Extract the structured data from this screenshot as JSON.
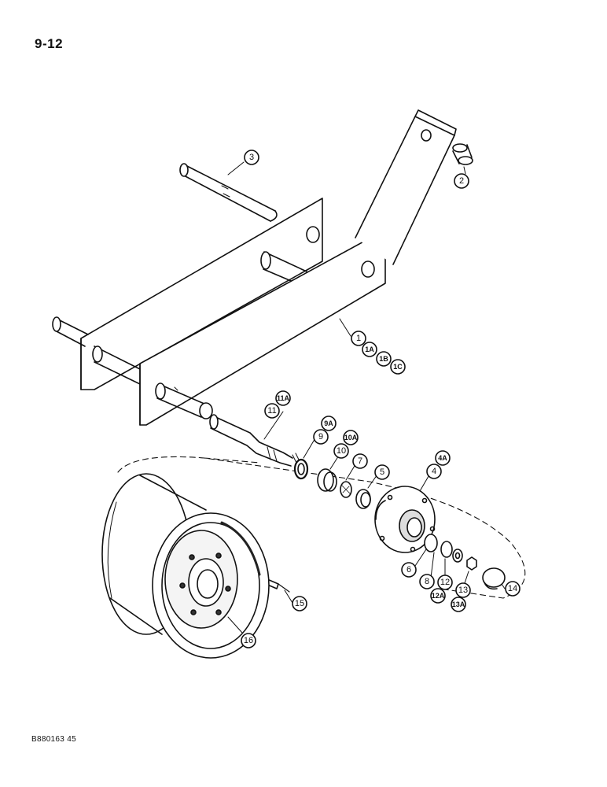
{
  "page_number": "9-12",
  "doc_code": "B880163 45",
  "callouts": {
    "c1": "1",
    "c1a": "1A",
    "c1b": "1B",
    "c1c": "1C",
    "c2": "2",
    "c3": "3",
    "c4": "4",
    "c4a": "4A",
    "c5": "5",
    "c6": "6",
    "c7": "7",
    "c8": "8",
    "c9": "9",
    "c9a": "9A",
    "c10": "10",
    "c10a": "10A",
    "c11": "11",
    "c11a": "11A",
    "c12": "12",
    "c12a": "12A",
    "c13": "13",
    "c13a": "13A",
    "c14": "14",
    "c15": "15",
    "c16": "16"
  }
}
